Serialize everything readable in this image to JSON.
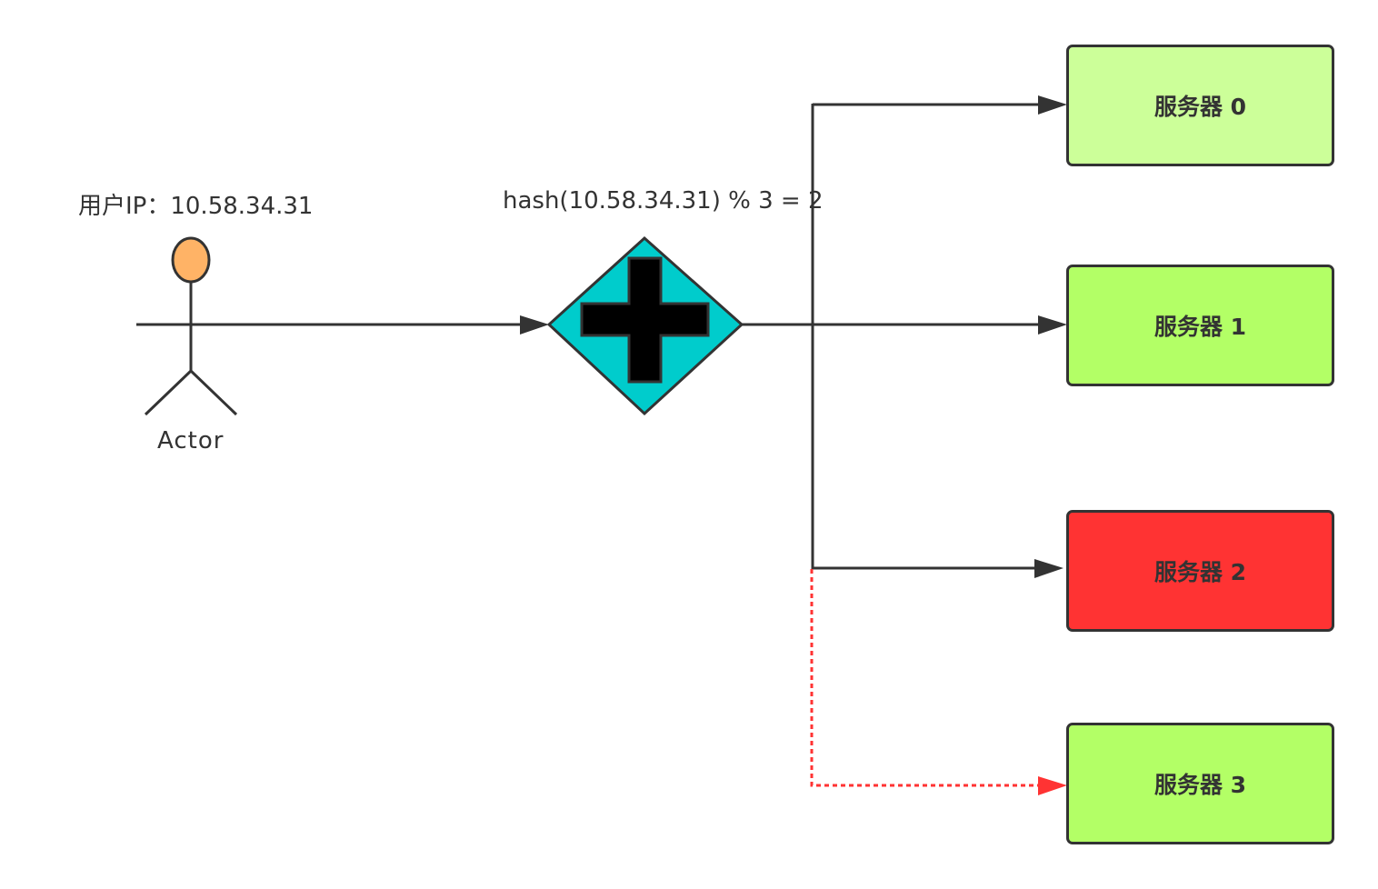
{
  "user_ip_label": "用户IP：10.58.34.31",
  "hash_label": "hash(10.58.34.31) % 3 = 2",
  "actor_label": "Actor",
  "servers": [
    {
      "label": "服务器 0",
      "fill": "#ccff99"
    },
    {
      "label": "服务器 1",
      "fill": "#b3ff66"
    },
    {
      "label": "服务器 2",
      "fill": "#ff3333"
    },
    {
      "label": "服务器 3",
      "fill": "#b3ff66"
    }
  ],
  "colors": {
    "stroke": "#333333",
    "actor_head": "#ffb366",
    "gateway_fill": "#00cccc",
    "gateway_cross": "#000000",
    "new_route": "#ff3333"
  },
  "icons": {
    "actor": "stick-figure-icon",
    "gateway": "parallel-gateway-plus-icon"
  }
}
